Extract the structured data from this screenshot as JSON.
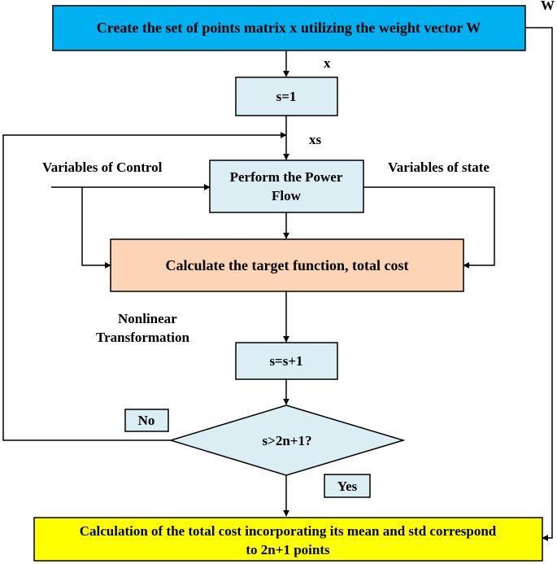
{
  "diagram": {
    "colors": {
      "top_box": "#00B0F0",
      "process_box": "#DAEEF3",
      "cost_box": "#FBD5B5",
      "final_box": "#FFFF00",
      "stroke": "#000000"
    },
    "nodes": {
      "create_points": "Create the set of points matrix x utilizing the weight vector W",
      "init_s": "s=1",
      "power_flow_line1": "Perform the Power",
      "power_flow_line2": "Flow",
      "target_function": "Calculate the target function, total cost",
      "increment_s": "s=s+1",
      "decision": "s>2n+1?",
      "final_line1": "Calculation of the total cost incorporating its mean and std correspond",
      "final_line2": "to 2n+1 points",
      "no_badge": "No",
      "yes_badge": "Yes"
    },
    "labels": {
      "w": "W",
      "x": "x",
      "xs": "xs",
      "control_vars": "Variables of Control",
      "state_vars": "Variables of state",
      "nonlinear_line1": "Nonlinear",
      "nonlinear_line2": "Transformation"
    }
  }
}
